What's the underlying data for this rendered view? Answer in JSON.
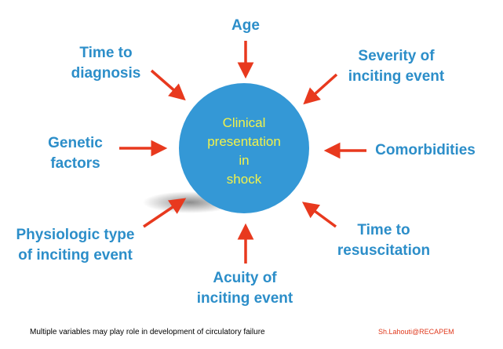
{
  "center": {
    "lines": [
      "Clinical",
      "presentation",
      "in",
      "shock"
    ],
    "circle_color": "#3498d6",
    "text_color": "#f2f24a"
  },
  "factors": {
    "age": [
      "Age"
    ],
    "time_to_diagnosis": [
      "Time to",
      "diagnosis"
    ],
    "severity": [
      "Severity of",
      "inciting event"
    ],
    "genetic": [
      "Genetic",
      "factors"
    ],
    "comorbidities": [
      "Comorbidities"
    ],
    "physiologic": [
      "Physiologic type",
      "of inciting event"
    ],
    "resuscitation": [
      "Time to",
      "resuscitation"
    ],
    "acuity": [
      "Acuity of",
      "inciting event"
    ]
  },
  "footer": {
    "caption": "Multiple variables may play role in development of circulatory failure",
    "credit": "Sh.Lahouti@RECAPEM"
  },
  "colors": {
    "label": "#2c8ec9",
    "arrow": "#e8391e",
    "credit": "#e03a1e"
  }
}
